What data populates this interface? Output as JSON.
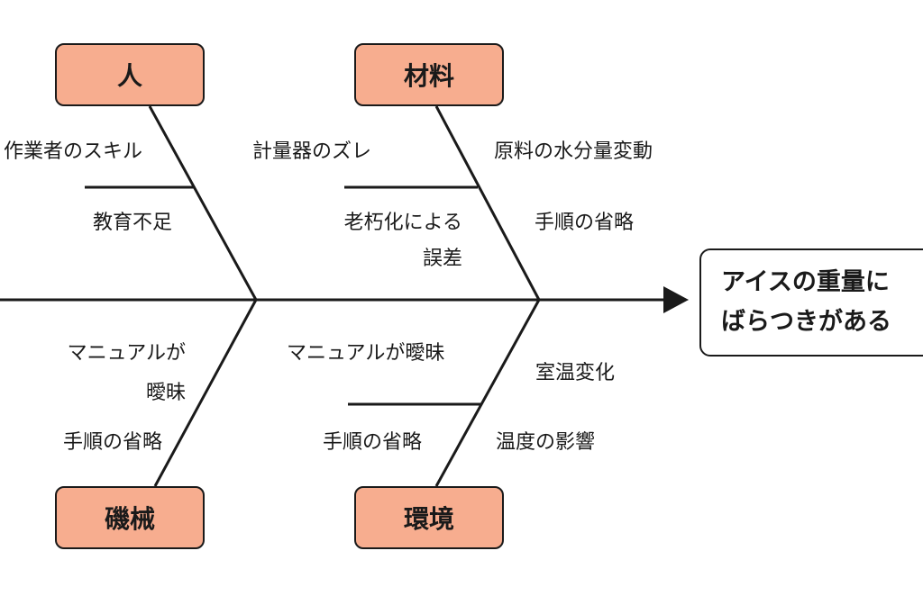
{
  "effect": {
    "line1": "アイスの重量に",
    "line2": "ばらつきがある"
  },
  "categories": {
    "people": "人",
    "materials": "材料",
    "machines": "磯械",
    "environment": "環境"
  },
  "causes": {
    "people": [
      "作業者のスキル",
      "教育不足"
    ],
    "materials_left": [
      "計量器のズレ",
      "老朽化による",
      "誤差"
    ],
    "materials_right": [
      "原料の水分量変動",
      "手順の省略"
    ],
    "machines": [
      "マニュアルが",
      "曖昧",
      "手順の省略"
    ],
    "environment_left": [
      "マニュアルが曖昧",
      "手順の省略"
    ],
    "environment_right": [
      "室温変化",
      "温度の影響"
    ]
  }
}
